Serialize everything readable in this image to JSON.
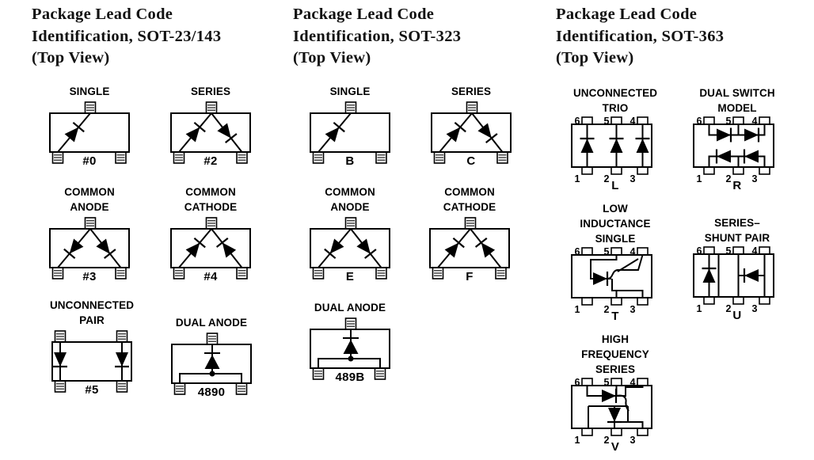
{
  "page": {
    "background": "#ffffff",
    "ink": "#000000"
  },
  "columns": {
    "c1": {
      "title": [
        "Package Lead Code",
        "Identification, SOT-23/143",
        "(Top View)"
      ]
    },
    "c2": {
      "title": [
        "Package Lead Code",
        "Identification, SOT-323",
        "(Top View)"
      ]
    },
    "c3": {
      "title": [
        "Package Lead Code",
        "Identification, SOT-363",
        "(Top View)"
      ]
    }
  },
  "pins": {
    "top": [
      "6",
      "5",
      "4"
    ],
    "bottom": [
      "1",
      "2",
      "3"
    ]
  },
  "cells": {
    "sot23_single": {
      "label": [
        "SINGLE"
      ],
      "code": "#0"
    },
    "sot23_series": {
      "label": [
        "SERIES"
      ],
      "code": "#2"
    },
    "sot23_common_anode": {
      "label": [
        "COMMON",
        "ANODE"
      ],
      "code": "#3"
    },
    "sot23_common_cathode": {
      "label": [
        "COMMON",
        "CATHODE"
      ],
      "code": "#4"
    },
    "sot143_unconnected_pair": {
      "label": [
        "UNCONNECTED",
        "PAIR"
      ],
      "code": "#5"
    },
    "sot23_dual_anode": {
      "label": [
        "DUAL ANODE"
      ],
      "code": "4890"
    },
    "sot323_single": {
      "label": [
        "SINGLE"
      ],
      "code": "B"
    },
    "sot323_series": {
      "label": [
        "SERIES"
      ],
      "code": "C"
    },
    "sot323_common_anode": {
      "label": [
        "COMMON",
        "ANODE"
      ],
      "code": "E"
    },
    "sot323_common_cathode": {
      "label": [
        "COMMON",
        "CATHODE"
      ],
      "code": "F"
    },
    "sot323_dual_anode": {
      "label": [
        "DUAL ANODE"
      ],
      "code": "489B"
    },
    "sot363_unconnected_trio": {
      "label": [
        "UNCONNECTED",
        "TRIO"
      ],
      "code": "L"
    },
    "sot363_dual_switch": {
      "label": [
        "DUAL SWITCH",
        "MODEL"
      ],
      "code": "R"
    },
    "sot363_low_inductance": {
      "label": [
        "LOW",
        "INDUCTANCE",
        "SINGLE"
      ],
      "code": "T"
    },
    "sot363_series_shunt": {
      "label": [
        "SERIES–",
        "SHUNT PAIR"
      ],
      "code": "U"
    },
    "sot363_high_freq": {
      "label": [
        "HIGH",
        "FREQUENCY",
        "SERIES"
      ],
      "code": "V"
    }
  }
}
